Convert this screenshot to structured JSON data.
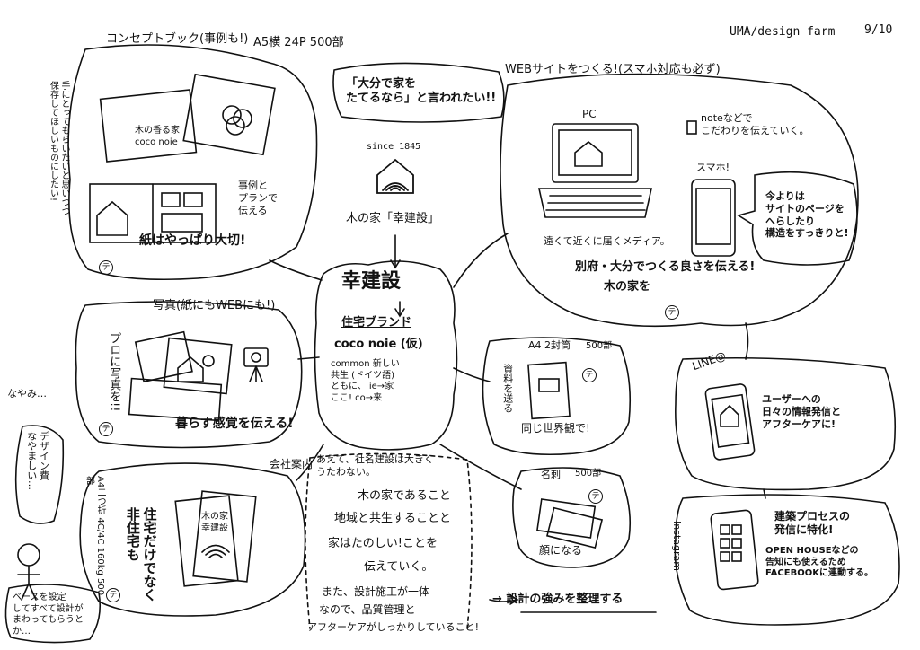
{
  "header": {
    "form_title": "UMA/design farm",
    "page_number": "9/10"
  },
  "center": {
    "slogan": "「大分で家を\nたてるなら」と言われたい!!",
    "since": "since 1845",
    "company_caption": "木の家「幸建設」",
    "company_name": "幸建設",
    "brand_label": "住宅ブランド",
    "brand_name": "coco noie (仮)",
    "brand_notes": "common 新しい\n共生 (ドイツ語)\nともに、 ie→家\nここ! co→来",
    "note_title": "あえて、社名建設は大きく\nうたわない。",
    "note_lines": [
      "木の家であること",
      "地域と共生することと",
      "家はたのしい!ことを",
      "伝えていく。",
      "また、設計施工が一体",
      "なので、品質管理と",
      "アフターケアがしっかりしていること!"
    ]
  },
  "concept_book": {
    "title": "コンセプトブック(事例も!)",
    "spec": "A5横 24P 500部",
    "side_note": "手にとってもらいたいと思いつつ\n保存してほしいものにしたい!",
    "book_label": "木の香る家\ncoco noie",
    "desc1": "事例と\nプランで\n伝える",
    "desc2": "紙はやっぱり大切!",
    "badge": "テ"
  },
  "photo": {
    "title": "写真(紙にもWEBにも!)",
    "side": "プロに写真を!!",
    "desc": "暮らす感覚を伝える!",
    "badge": "テ"
  },
  "leaflet": {
    "title": "会社案内",
    "spec": "A4二つ折 4C/4C 160kg 500部",
    "book_label": "木の家\n幸建設",
    "desc": "住宅だけでなく\n非住宅も",
    "badge": "テ"
  },
  "designer_note": {
    "aside": "なやみ…",
    "bubble": "デザイン費\nなやましい…",
    "caption": "ベースを設定\nしてすべて設計が\nまわってもらうとか…"
  },
  "web": {
    "title": "WEBサイトをつくる!(スマホ対応も必ず)",
    "pc_label": "PC",
    "note_label": "noteなどで\nこだわりを伝えていく。",
    "sp_label": "スマホ!",
    "bubble": "今よりは\nサイトのページを\nへらしたり\n構造をすっきりと!",
    "media_line": "遠くて近くに届くメディア。",
    "second_line": "別府・大分でつくる良さを伝える!",
    "third_line": "木の家を",
    "badge": "テ"
  },
  "envelope": {
    "title": "A4 2封筒",
    "spec": "500部",
    "side": "資料を送る",
    "desc": "同じ世界観で!",
    "badge": "テ"
  },
  "card": {
    "title": "名刺",
    "spec": "500部",
    "desc": "顔になる",
    "badge": "テ"
  },
  "line_app": {
    "title": "LINE@",
    "desc": "ユーザーへの\n日々の情報発信と\nアフターケアに!"
  },
  "instagram": {
    "title": "Instagram",
    "desc1": "建築プロセスの\n発信に特化!",
    "desc2": "OPEN HOUSEなどの\n告知にも使えるため\nFACEBOOKに連動する。"
  },
  "footer": {
    "design_strength": "→ 設計の強みを整理する"
  }
}
